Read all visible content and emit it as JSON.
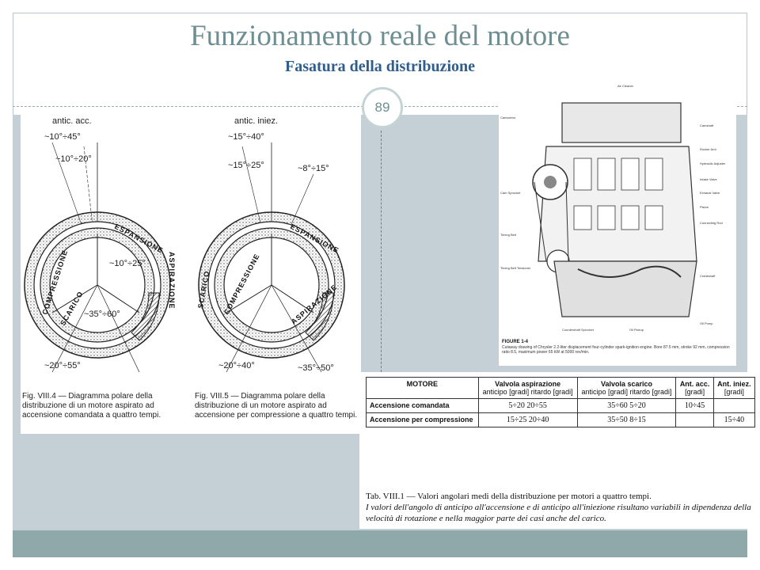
{
  "slide": {
    "title": "Funzionamento reale del motore",
    "subtitle": "Fasatura della distribuzione",
    "page_number": "89"
  },
  "figure_viii4": {
    "antic_label": "antic. acc.",
    "range_outer": "~10°÷45°",
    "range_inner": "~10°÷20°",
    "ring_labels": [
      "COMPRESSIONE",
      "ESPANSIONE",
      "ASPIRAZIONE",
      "SCARICO"
    ],
    "angle_a": "~10°÷25°",
    "angle_b": "~35°÷60°",
    "angle_c": "~20°÷55°",
    "caption": "Fig. VIII.4 — Diagramma polare della distribuzione di un motore aspirato ad accensione comandata a quattro tempi."
  },
  "figure_viii5": {
    "antic_label": "antic. iniez.",
    "range_outer": "~15°÷40°",
    "range_inner": "~15°÷25°",
    "range_right": "~8°÷15°",
    "ring_labels": [
      "SCARICO",
      "COMPRESSIONE",
      "ESPANSIONE",
      "ASPIRAZIONE"
    ],
    "angle_c": "~20°÷40°",
    "angle_d": "~35°÷50°",
    "caption": "Fig. VIII.5 — Diagramma polare della distribuzione di un motore aspirato ad accensione per compressione a quattro tempi."
  },
  "engine_figure": {
    "labels_left": [
      "Carburetor",
      "Cam Sprocket",
      "Timing Belt",
      "Timing Belt Tensioner"
    ],
    "labels_right": [
      "Air Cleaner",
      "Camshaft",
      "Rocker Arm",
      "Hydraulic Adjuster",
      "Intake Valve",
      "Exhaust Valve",
      "Piston",
      "Connecting Rod",
      "Crankshaft",
      "Oil Pump"
    ],
    "labels_bottom": [
      "Countershaft Sprocket",
      "Oil Pickup"
    ],
    "figure_title": "FIGURE 1-4",
    "figure_caption": "Cutaway drawing of Chrysler 2.2-liter displacement four-cylinder spark-ignition engine. Bore 87.5 mm, stroke 92 mm, compression ratio 8.5, maximum power 65 kW at 5000 rev/min."
  },
  "table_viii1": {
    "headers": [
      "MOTORE",
      "Valvola aspirazione",
      "Valvola scarico",
      "Ant. acc.",
      "Ant. iniez."
    ],
    "subheaders": [
      "anticipo [gradi] ritardo [gradi]",
      "anticipo [gradi] ritardo [gradi]",
      "[gradi]",
      "[gradi]"
    ],
    "rows": [
      {
        "motore": "Accensione comandata",
        "asp": "5÷20 20÷55",
        "scar": "35÷60 5÷20",
        "acc": "10÷45",
        "iniez": ""
      },
      {
        "motore": "Accensione per compressione",
        "asp": "15÷25 20÷40",
        "scar": "35÷50 8÷15",
        "acc": "",
        "iniez": "15÷40"
      }
    ],
    "caption_title": "Tab. VIII.1 — Valori angolari medi della distribuzione per motori a quattro tempi.",
    "caption_note": "I valori dell'angolo di anticipo all'accensione e di anticipo all'iniezione risultano variabili in dipendenza della velocità di rotazione e nella maggior parte dei casi anche del carico."
  },
  "colors": {
    "title": "#6e8e91",
    "subtitle": "#2f5e8d",
    "content_bg": "#c5d0d6",
    "footer_bar": "#8fa9ab"
  }
}
